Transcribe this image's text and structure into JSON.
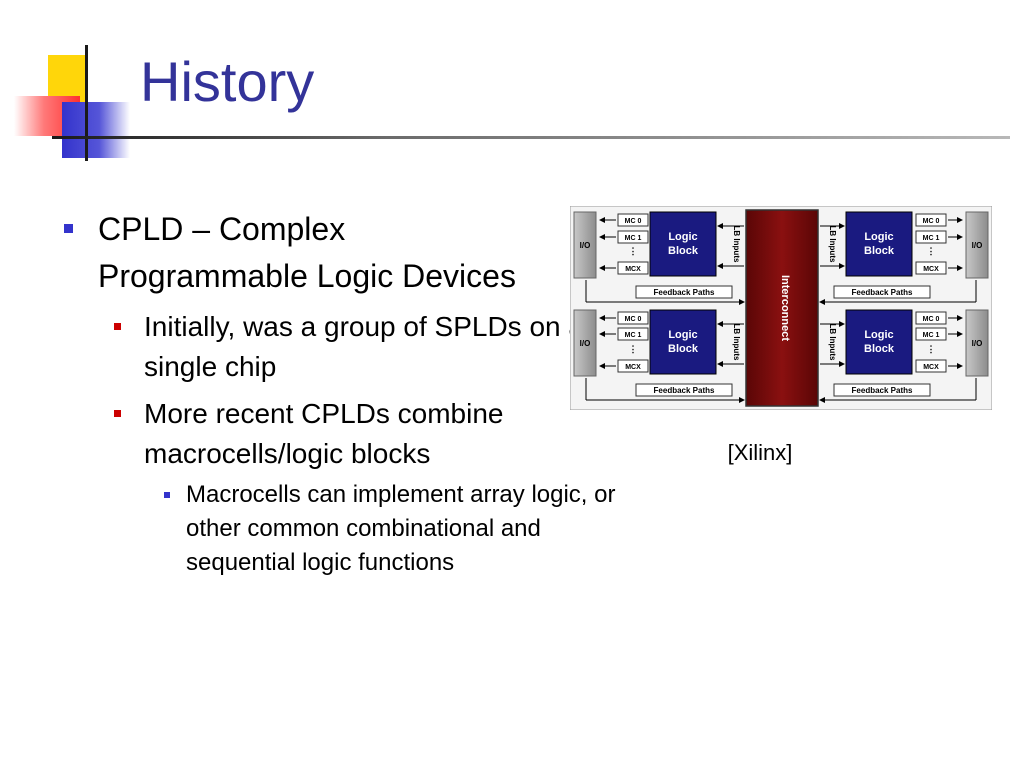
{
  "slide": {
    "title": "History",
    "caption": "[Xilinx]"
  },
  "bullets": {
    "l1": "CPLD – Complex Programmable Logic Devices",
    "l2a": "Initially, was a group of SPLDs on a single chip",
    "l2b": "More recent CPLDs combine macrocells/logic blocks",
    "l3": "Macrocells can implement array logic, or other common combinational and sequential logic functions"
  },
  "diagram": {
    "io": "I/O",
    "logic_line1": "Logic",
    "logic_line2": "Block",
    "mc0": "MC 0",
    "mc1": "MC 1",
    "mcx": "MCX",
    "lb_inputs": "LB Inputs",
    "feedback": "Feedback Paths",
    "interconnect": "Interconnect"
  },
  "colors": {
    "title": "#333399",
    "logic_block": "#1a1a80",
    "interconnect": "#7a0b0b",
    "io": "#9a9a9a"
  }
}
